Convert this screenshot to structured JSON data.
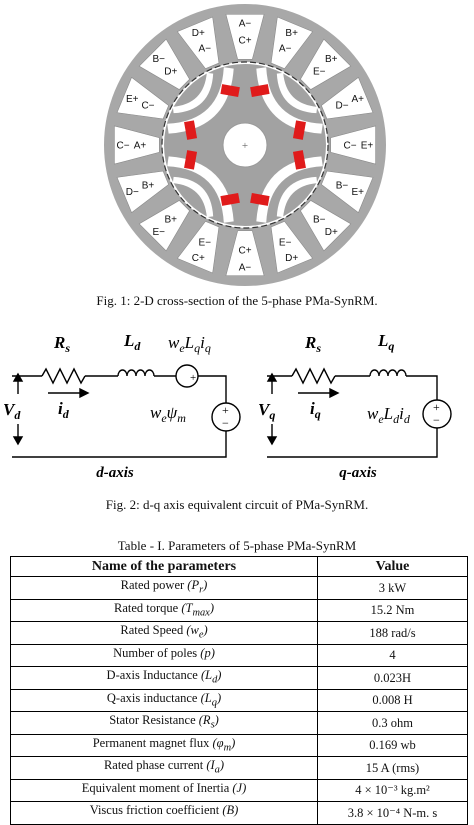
{
  "figure1": {
    "caption": "Fig. 1: 2-D cross-section of the 5-phase PMa-SynRM.",
    "slot_pairs": [
      [
        "A−",
        "C+"
      ],
      [
        "B+",
        "A−"
      ],
      [
        "B+",
        "E−"
      ],
      [
        "A+",
        "D−"
      ],
      [
        "E+",
        "C−"
      ],
      [
        "E+",
        "B−"
      ],
      [
        "D+",
        "B−"
      ],
      [
        "D+",
        "E−"
      ],
      [
        "A−",
        "C+"
      ],
      [
        "C+",
        "E−"
      ],
      [
        "E−",
        "B+"
      ],
      [
        "D−",
        "B+"
      ],
      [
        "C−",
        "A+"
      ],
      [
        "E+",
        "C−"
      ],
      [
        "B−",
        "D+"
      ],
      [
        "D+",
        "A−"
      ]
    ]
  },
  "figure2": {
    "caption": "Fig. 2:   d-q axis equivalent circuit of PMa-SynRM.",
    "d_axis": {
      "resistor": "R",
      "resistor_sub": "s",
      "inductor": "L",
      "inductor_sub": "d",
      "source1": "w",
      "source1_sub1": "e",
      "source1_mid": "L",
      "source1_sub2": "q",
      "source1_end": "i",
      "source1_sub3": "q",
      "source2": "w",
      "source2_sub1": "e",
      "source2_mid": "ψ",
      "source2_sub2": "m",
      "voltage": "V",
      "voltage_sub": "d",
      "current": "i",
      "current_sub": "d",
      "label": "d-axis"
    },
    "q_axis": {
      "resistor": "R",
      "resistor_sub": "s",
      "inductor": "L",
      "inductor_sub": "q",
      "source": "w",
      "source_sub1": "e",
      "source_mid": "L",
      "source_sub2": "d",
      "source_end": "i",
      "source_sub3": "d",
      "voltage": "V",
      "voltage_sub": "q",
      "current": "i",
      "current_sub": "q",
      "label": "q-axis"
    },
    "plus": "+",
    "minus": "−"
  },
  "table": {
    "title": "Table - I.  Parameters of 5-phase PMa-SynRM",
    "headers": [
      "Name of the parameters",
      "Value"
    ],
    "rows": [
      {
        "name": "Rated power ",
        "sym": "(P",
        "sub": "r",
        "close": ")",
        "value": "3 kW"
      },
      {
        "name": "Rated torque ",
        "sym": "(T",
        "sub": "max",
        "close": ")",
        "value": "15.2 Nm"
      },
      {
        "name": "Rated Speed ",
        "sym": "(w",
        "sub": "e",
        "close": ")",
        "value": "188 rad/s"
      },
      {
        "name": "Number of poles ",
        "sym": "(p)",
        "sub": "",
        "close": "",
        "value": "4"
      },
      {
        "name": "D-axis Inductance ",
        "sym": "(L",
        "sub": "d",
        "close": ")",
        "value": "0.023H"
      },
      {
        "name": "Q-axis inductance ",
        "sym": "(L",
        "sub": "q",
        "close": ")",
        "value": "0.008 H"
      },
      {
        "name": "Stator Resistance ",
        "sym": "(R",
        "sub": "s",
        "close": ")",
        "value": "0.3 ohm"
      },
      {
        "name": "Permanent magnet flux ",
        "sym": "(φ",
        "sub": "m",
        "close": ")",
        "value": "0.169 wb"
      },
      {
        "name": "Rated phase current ",
        "sym": "(I",
        "sub": "a",
        "close": ")",
        "value": "15 A (rms)"
      },
      {
        "name": "Equivalent moment of Inertia ",
        "sym": "(J)",
        "sub": "",
        "close": "",
        "value": "4 × 10⁻³ kg.m²"
      },
      {
        "name": "Viscus friction coefficient ",
        "sym": "(B)",
        "sub": "",
        "close": "",
        "value": "3.8 × 10⁻⁴ N-m. s"
      }
    ]
  },
  "colors": {
    "stator": "#a8a8a8",
    "slot": "#ffffff",
    "rotor": "#a2a2a2",
    "magnet": "#e01b1b",
    "shaft": "#ffffff",
    "line": "#000000"
  }
}
